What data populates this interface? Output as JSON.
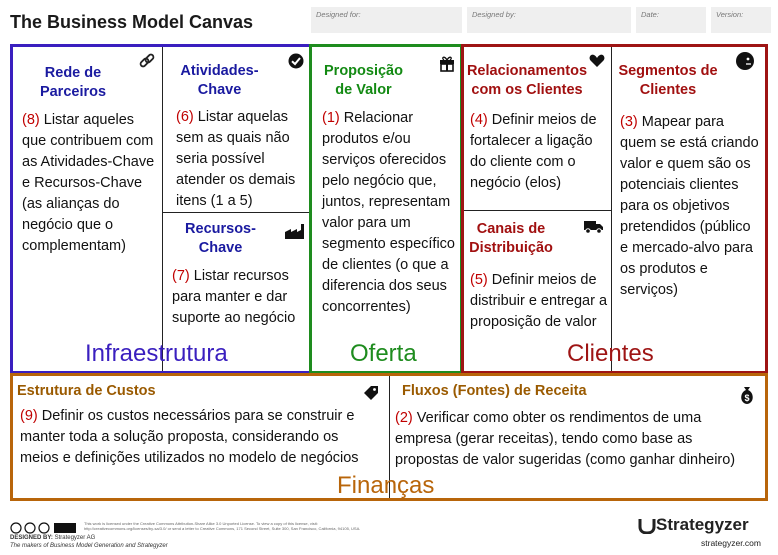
{
  "title": "The Business Model Canvas",
  "fields": [
    {
      "label": "Designed for:"
    },
    {
      "label": "Designed by:"
    },
    {
      "label": "Date:"
    },
    {
      "label": "Version:"
    }
  ],
  "blocks": {
    "partners": {
      "title": "Rede de Parceiros",
      "num": "(8)",
      "text": " Listar aqueles que contribuem com as Atividades-Chave e Recursos-Chave (as alianças do negócio que o complementam)",
      "icon": "link-icon"
    },
    "activities": {
      "title": "Atividades-Chave",
      "num": "(6)",
      "text": " Listar aquelas sem as quais não seria possível atender os demais itens (1 a 5)",
      "icon": "checkmark-icon"
    },
    "resources": {
      "title": "Recursos-Chave",
      "num": "(7)",
      "text": " Listar recursos para manter e dar suporte ao negócio",
      "icon": "factory-icon"
    },
    "value": {
      "title": "Proposição de Valor",
      "num": "(1)",
      "text": " Relacionar produtos e/ou serviços oferecidos pelo negócio que, juntos, representam valor para um segmento específico de clientes (o que a diferencia dos seus concorrentes)",
      "icon": "gift-icon"
    },
    "relationships": {
      "title": "Relacionamentos com os Clientes",
      "num": "(4)",
      "text": " Definir meios de fortalecer a ligação do cliente com o negócio (elos)",
      "icon": "heart-icon"
    },
    "channels": {
      "title": "Canais de Distribuição",
      "num": "(5)",
      "text": " Definir meios de distribuir e entregar a proposição de valor",
      "icon": "truck-icon"
    },
    "segments": {
      "title": "Segmentos de Clientes",
      "num": "(3)",
      "text": " Mapear para quem se está criando valor e quem são os potenciais clientes para os objetivos pretendidos (público e mercado-alvo para os produtos e serviços)",
      "icon": "person-icon"
    },
    "costs": {
      "title": "Estrutura de Custos",
      "num": "(9)",
      "text": " Definir os custos necessários para se construir e manter toda a solução proposta, considerando os meios e definições utilizados no modelo de negócios",
      "icon": "tag-icon"
    },
    "revenue": {
      "title": "Fluxos (Fontes) de Receita",
      "num": "(2)",
      "text": " Verificar como obter os rendimentos de uma empresa (gerar receitas), tendo como base as propostas de valor sugeridas (como ganhar dinheiro)",
      "icon": "moneybag-icon"
    }
  },
  "groups": {
    "infra": {
      "label": "Infraestrutura",
      "color": "#3a1fbf"
    },
    "oferta": {
      "label": "Oferta",
      "color": "#1e8c1e"
    },
    "clientes": {
      "label": "Clientes",
      "color": "#9e1414"
    },
    "financas": {
      "label": "Finanças",
      "color": "#b8650a"
    }
  },
  "footer": {
    "designed_by_label": "DESIGNED BY:",
    "designed_by": "Strategyzer AG",
    "tagline": "The makers of Business Model Generation and Strategyzer",
    "license": "This work is licensed under the Creative Commons Attribution-Share Alike 3.0 Unported License. To view a copy of this license, visit: http://creativecommons.org/licenses/by-sa/3.0/ or send a letter to Creative Commons, 171 Second Street, Suite 300, San Francisco, California, 94105, USA.",
    "brand": "Strategyzer",
    "url": "strategyzer.com"
  }
}
